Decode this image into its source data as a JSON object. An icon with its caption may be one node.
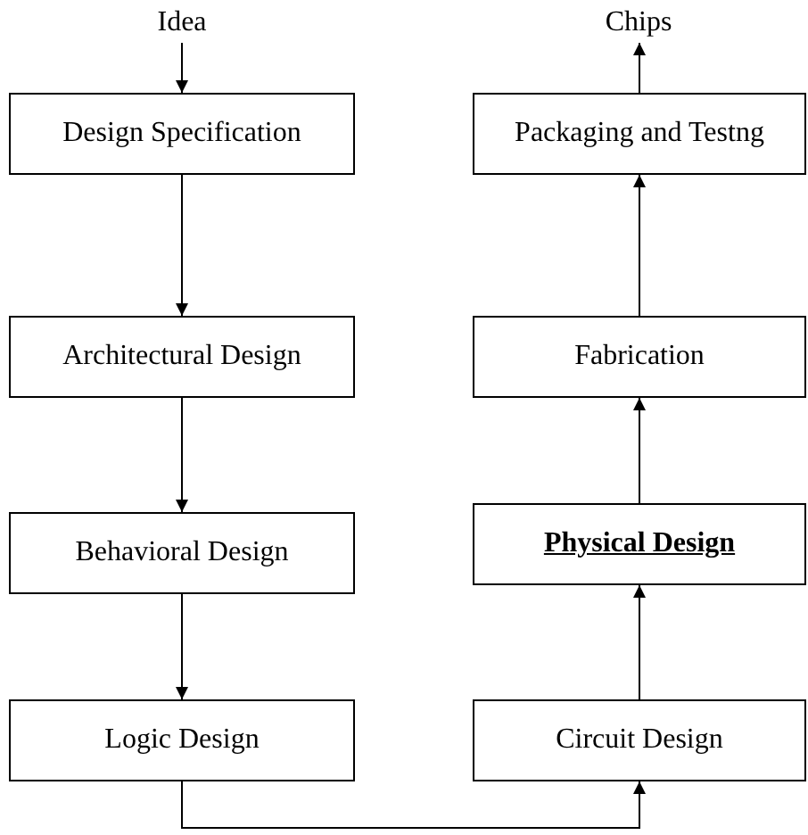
{
  "diagram": {
    "nodes": [
      {
        "text": [
          "Idea"
        ]
      },
      {
        "text": [
          "Chips"
        ]
      },
      {
        "text": [
          "Design Specification"
        ]
      },
      {
        "text": [
          "Packaging and Testng"
        ]
      },
      {
        "text": [
          "Architectural Design"
        ]
      },
      {
        "text": [
          "Fabrication"
        ]
      },
      {
        "text": [
          "Behavioral Design"
        ]
      },
      {
        "text": [
          "Physical Design"
        ]
      },
      {
        "text": [
          "Logic Design"
        ]
      },
      {
        "text": [
          "Circuit Design"
        ]
      }
    ],
    "edges": [
      {
        "from": 0,
        "to": 2,
        "arrow": "to"
      },
      {
        "from": 2,
        "to": 4,
        "arrow": "to"
      },
      {
        "from": 4,
        "to": 6,
        "arrow": "to"
      },
      {
        "from": 6,
        "to": 8,
        "arrow": "to"
      },
      {
        "from": 8,
        "to": 9,
        "arrow": "to"
      },
      {
        "from": 9,
        "to": 7,
        "arrow": "to"
      },
      {
        "from": 7,
        "to": 5,
        "arrow": "to"
      },
      {
        "from": 5,
        "to": 3,
        "arrow": "to"
      },
      {
        "from": 3,
        "to": 1,
        "arrow": "to"
      }
    ]
  }
}
